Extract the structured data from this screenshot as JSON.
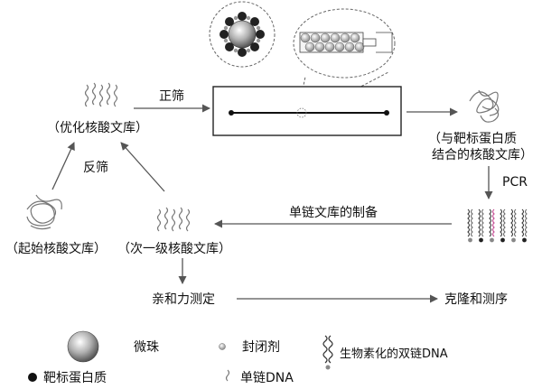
{
  "labels": {
    "optimized_library": "（优化核酸文库）",
    "positive_screen": "正筛",
    "negative_screen": "反筛",
    "bound_library_line1": "（与靶标蛋白质",
    "bound_library_line2": "结合的核酸文库）",
    "pcr": "PCR",
    "ss_library_prep": "单链文库的制备",
    "starting_library": "（起始核酸文库）",
    "secondary_library": "（次一级核酸文库）",
    "affinity_test": "亲和力测定",
    "cloning_sequencing": "克隆和测序"
  },
  "legend": {
    "microbead": "微珠",
    "blocker": "封闭剂",
    "biotinylated_dsdna": "生物素化的双链DNA",
    "target_protein": "靶标蛋白质",
    "ssdna": "单链DNA"
  },
  "colors": {
    "ink": "#111111",
    "arrow": "#555555",
    "wave": "#777777",
    "dark_dot": "#222222",
    "bead_gray": "#9a9a9a",
    "magenta_strand": "#c0408c"
  }
}
